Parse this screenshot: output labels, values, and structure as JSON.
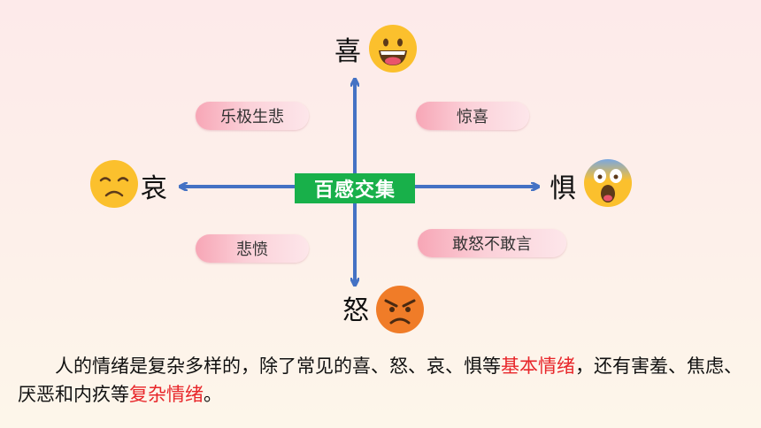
{
  "emotions": {
    "top": {
      "label": "喜",
      "icon": "grinning-face-icon"
    },
    "left": {
      "label": "哀",
      "icon": "sad-face-icon"
    },
    "right": {
      "label": "惧",
      "icon": "screaming-face-icon"
    },
    "bottom": {
      "label": "怒",
      "icon": "angry-face-icon"
    }
  },
  "center": {
    "label": "百感交集",
    "color": "#18b04a"
  },
  "pills": {
    "top_left": "乐极生悲",
    "top_right": "惊喜",
    "bottom_left": "悲愤",
    "bottom_right": "敢怒不敢言"
  },
  "arrow_color": "#4472c4",
  "paragraph": {
    "part1": "人的情绪是复杂多样的，除了常见的喜、怒、哀、惧等",
    "highlight1": "基本情绪",
    "part2": "，还有害羞、焦虑、厌恶和内疚等",
    "highlight2": "复杂情绪",
    "part3": "。",
    "highlight_color": "#e8262a"
  }
}
